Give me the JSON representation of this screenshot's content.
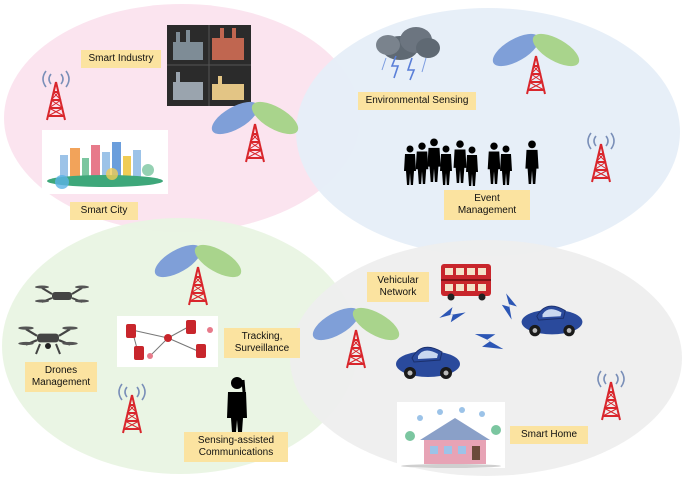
{
  "labels": {
    "smart_industry": "Smart Industry",
    "environmental_sensing": "Environmental Sensing",
    "smart_city": "Smart City",
    "event_management": "Event\nManagement",
    "vehicular_network": "Vehicular\nNetwork",
    "tracking_surveillance": "Tracking,\nSurveillance",
    "drones_management": "Drones\nManagement",
    "sensing_assisted_communications": "Sensing-assisted\nCommunications",
    "smart_home": "Smart Home"
  },
  "colors": {
    "region_industry": "#fbe4ef",
    "region_environment": "#e6eef8",
    "region_drones": "#e9f4e3",
    "region_home": "#eeeeee",
    "label_bg": "#fbe3a0",
    "tower_red": "#d9262c",
    "beam_blue": "#7f9fd8",
    "beam_green": "#a9d48c",
    "bus_red": "#c8262c",
    "car_blue": "#2a4a9c",
    "lightning_blue": "#2c56b5"
  }
}
